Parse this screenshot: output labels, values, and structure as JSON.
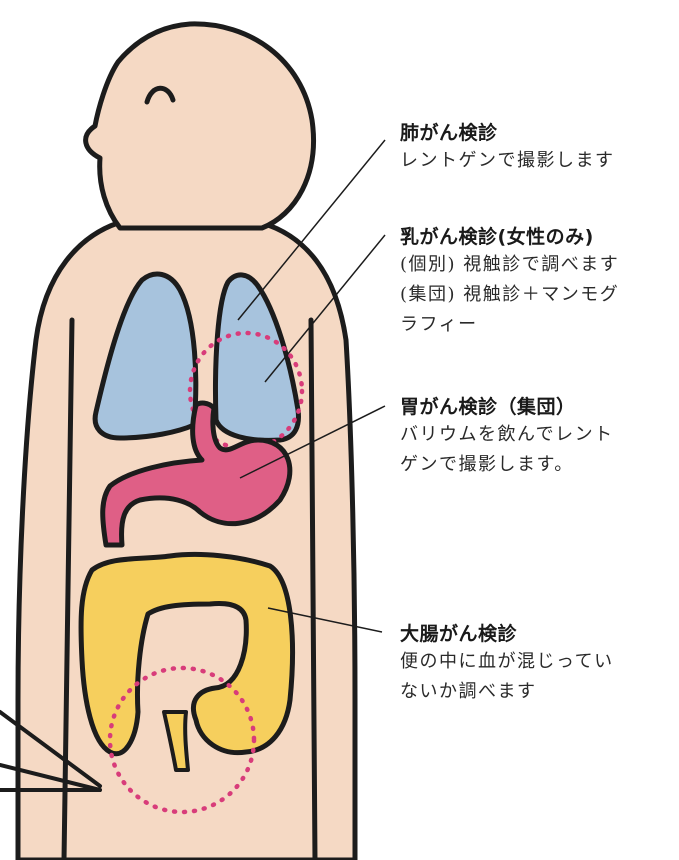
{
  "labels": {
    "lung": {
      "title": "肺がん検診",
      "lines": [
        "レントゲンで撮影します"
      ]
    },
    "breast": {
      "title": "乳がん検診(女性のみ)",
      "lines": [
        "(個別) 視触診で調べます",
        "(集団) 視触診＋マンモグ",
        "ラフィー"
      ]
    },
    "stomach": {
      "title": "胃がん検診（集団）",
      "lines": [
        "バリウムを飲んでレント",
        "ゲンで撮影します。"
      ]
    },
    "colon": {
      "title": "大腸がん検診",
      "lines": [
        "便の中に血が混じってい",
        "ないか調べます"
      ]
    }
  },
  "colors": {
    "skin": "#f5d9c4",
    "outline": "#1c1c1c",
    "lung": "#a7c3dd",
    "stomach": "#df5f86",
    "colon": "#f6cf5d",
    "dots": "#d83c7a"
  }
}
